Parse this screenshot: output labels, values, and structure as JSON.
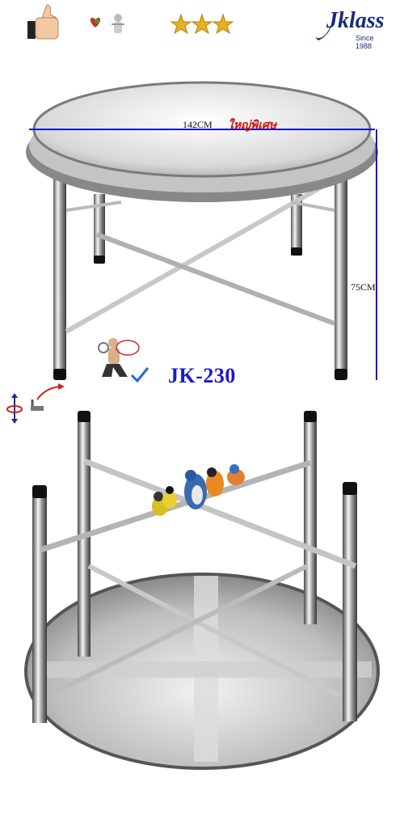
{
  "brand": {
    "name": "Jklass",
    "tagline": "Since 1988"
  },
  "dimensions": {
    "width_label": "142CM",
    "height_label": "75CM"
  },
  "promo_text": "ใหญ่พิเศษ",
  "model_code": "JK-230",
  "colors": {
    "dimension_line": "#1515d0",
    "model_text": "#1a1acc",
    "promo_text": "#d01010",
    "star": "#e8b020"
  },
  "rating": 3,
  "icons": [
    "thumbs-up-icon",
    "heart-icon",
    "doctor-icon",
    "star-icon",
    "squatting-person-icon",
    "checkmark-icon",
    "rotate-foot-icon",
    "bird-icon"
  ]
}
